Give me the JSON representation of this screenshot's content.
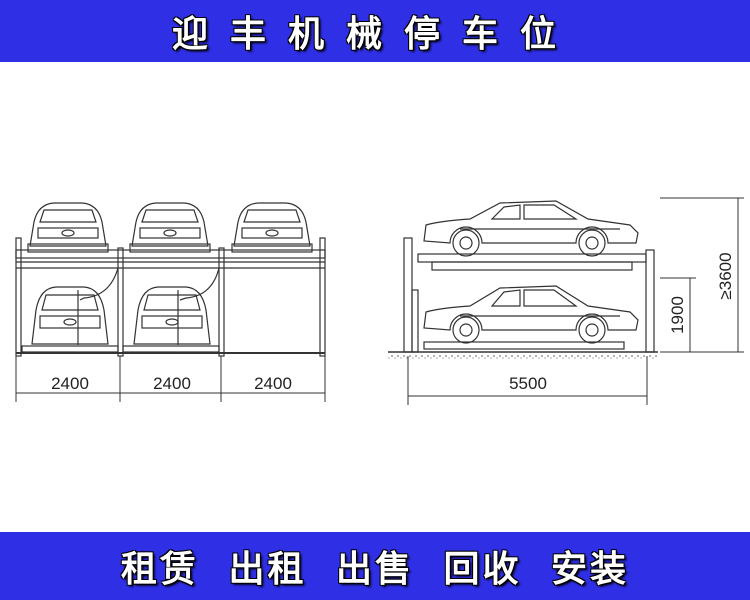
{
  "header": {
    "title": "迎丰机械停车位"
  },
  "footer": {
    "services": "租赁 出租 出售 回收 安装"
  },
  "diagram": {
    "front_view": {
      "bay_widths": [
        "2400",
        "2400",
        "2400"
      ]
    },
    "side_view": {
      "length": "5500",
      "lower_height": "1900",
      "total_height": "≥3600"
    }
  },
  "colors": {
    "banner": "#2f2fe6",
    "banner_text": "#ffffff",
    "line": "#333333"
  }
}
